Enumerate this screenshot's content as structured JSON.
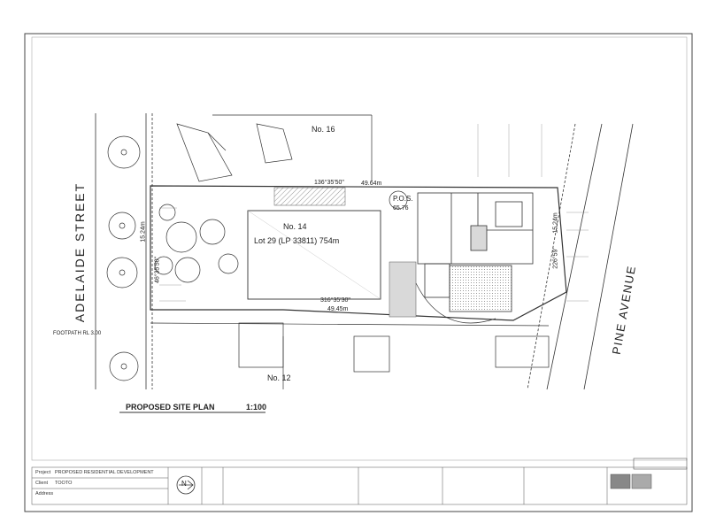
{
  "plan": {
    "street_west": "ADELAIDE STREET",
    "street_east": "PINE AVENUE",
    "lot_north": "No. 16",
    "lot_south": "No. 12",
    "lot_main_no": "No. 14",
    "lot_main_desc": "Lot 29 (LP 33811) 754m",
    "pos_label": "P.O.S.",
    "pos_area": "65.76",
    "dim_north": "136°35'50\"",
    "dim_north_len": "49.64m",
    "dim_south": "316°35'30\"",
    "dim_south_len": "49.45m",
    "dim_west": "46°35'50\"",
    "dim_west_len": "15.24m",
    "dim_east": "226°59'",
    "dim_east_len": "15.24m",
    "footpath_note": "FOOTPATH RL 3.00",
    "title": "PROPOSED SITE PLAN",
    "scale": "1:100"
  },
  "title_block": {
    "project_label": "Project",
    "project_value": "PROPOSED RESIDENTIAL DEVELOPMENT",
    "client_label": "Client",
    "client_value": "TOOTO",
    "address_label": "Address",
    "north_mark": "N"
  },
  "colors": {
    "line": "#333333",
    "fill_shade": "#d9d9d9",
    "hatch": "#777777"
  }
}
